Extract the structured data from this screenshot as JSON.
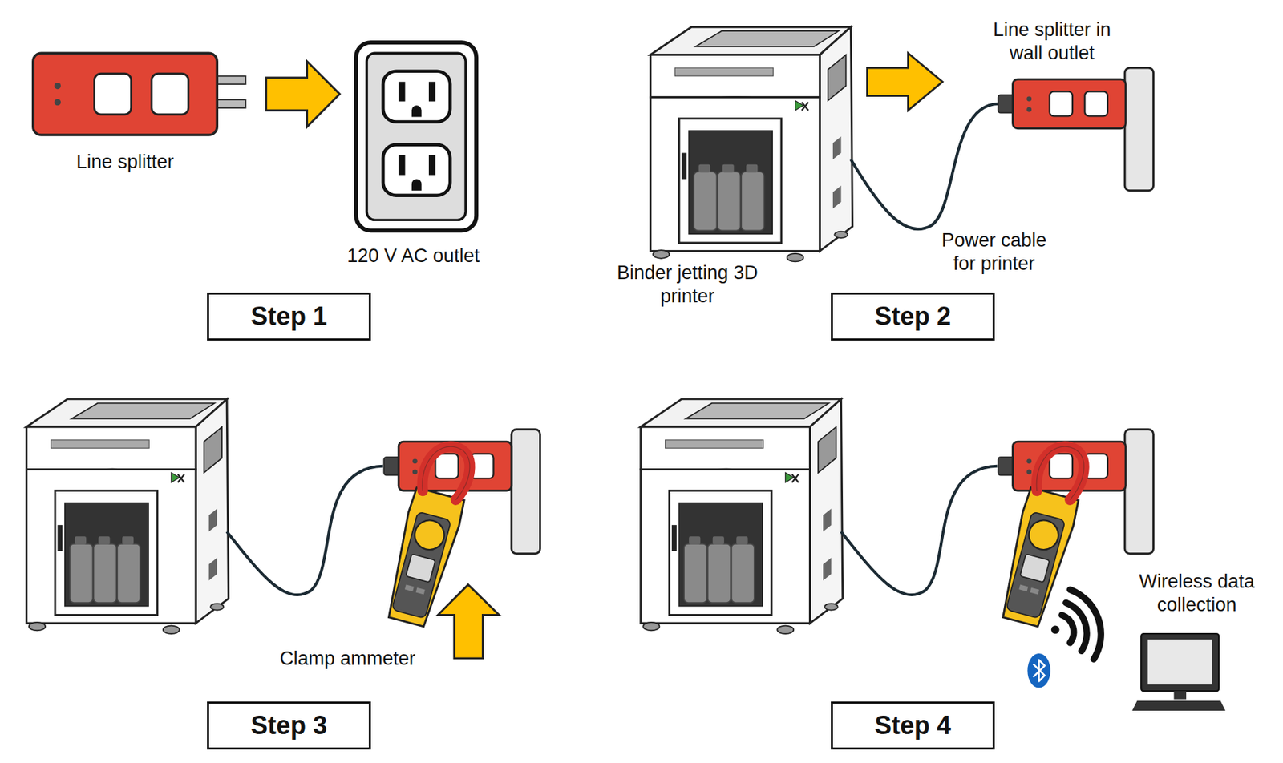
{
  "diagram": {
    "nodes": [
      {
        "text": [
          "Step 1"
        ]
      },
      {
        "text": [
          "Step 2"
        ]
      },
      {
        "text": [
          "Step 3"
        ]
      },
      {
        "text": [
          "Step 4"
        ]
      }
    ],
    "labels": [
      "Line splitter",
      "120 V AC outlet",
      "Line splitter in wall outlet",
      "Binder jetting 3D printer",
      "Power cable for printer",
      "Clamp ammeter",
      "Wireless data collection"
    ]
  }
}
